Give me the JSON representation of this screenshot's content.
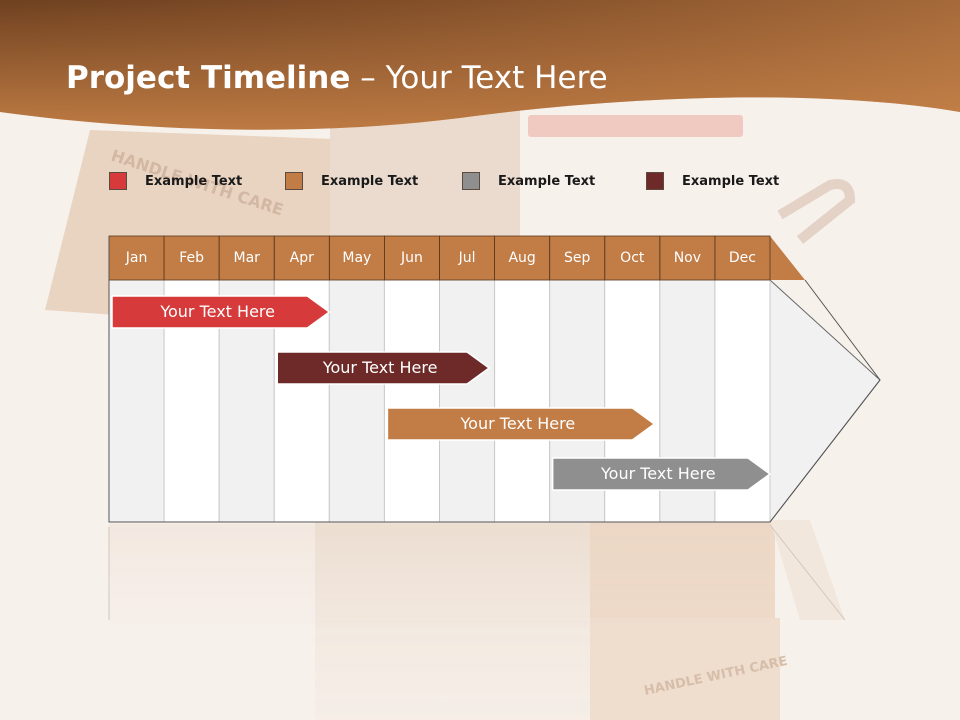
{
  "slide": {
    "title_bold": "Project Timeline",
    "title_rest": " – Your Text Here"
  },
  "colors": {
    "header_top": "#7b4a25",
    "header_bottom": "#b8753f",
    "red": "#d63a3a",
    "dark_red": "#6e2a28",
    "orange": "#c27c45",
    "gray": "#8f8f8f",
    "month_header": "#c27c45"
  },
  "legend": [
    {
      "label": "Example Text",
      "color": "#d63a3a"
    },
    {
      "label": "Example Text",
      "color": "#c27c45"
    },
    {
      "label": "Example Text",
      "color": "#8f8f8f"
    },
    {
      "label": "Example Text",
      "color": "#6e2a28"
    }
  ],
  "timeline": {
    "months": [
      "Jan",
      "Feb",
      "Mar",
      "Apr",
      "May",
      "Jun",
      "Jul",
      "Aug",
      "Sep",
      "Oct",
      "Nov",
      "Dec"
    ],
    "tasks": [
      {
        "label": "Your  Text Here",
        "color": "#d63a3a",
        "start_month": 1.0,
        "end_month": 4.0
      },
      {
        "label": "Your  Text Here",
        "color": "#6e2a28",
        "start_month": 4.0,
        "end_month": 6.9
      },
      {
        "label": "Your  Text Here",
        "color": "#c27c45",
        "start_month": 6.0,
        "end_month": 9.9
      },
      {
        "label": "Your  Text Here",
        "color": "#8f8f8f",
        "start_month": 9.0,
        "end_month": 12.0
      }
    ]
  }
}
